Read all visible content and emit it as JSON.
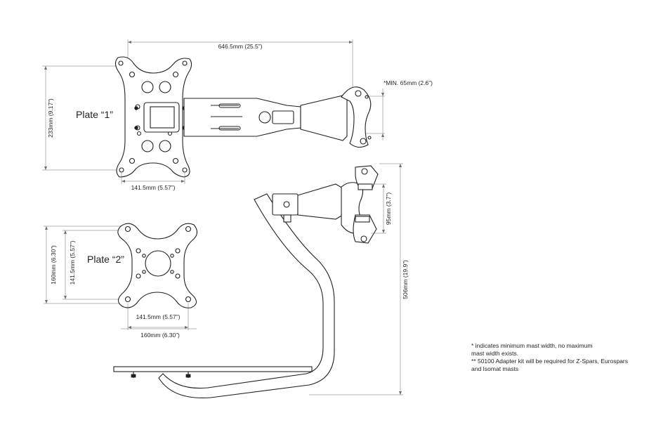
{
  "plate1": {
    "label": "Plate “1”",
    "dim_width_total": "646.5mm (25.5”)",
    "dim_height": "233mm (9.17”)",
    "dim_hole_spacing": "141.5mm (5.57”)",
    "dim_min_mast": "*MIN. 65mm (2.6”)"
  },
  "plate2": {
    "label": "Plate “2”",
    "dim_height_outer": "160mm (6.30”)",
    "dim_height_inner": "141.5mm (5.57”)",
    "dim_width_inner": "141.5mm (5.57”)",
    "dim_width_outer": "160mm (6.30”)"
  },
  "side_view": {
    "dim_clamp": "95mm (3.7”)",
    "dim_height": "506mm (19.9”)"
  },
  "notes": [
    "* indicates minimum mast width, no maximum",
    "mast width exists.",
    "** 50100 Adapter kit will be required for Z-Spars, Eurospars",
    "and Isomat masts"
  ]
}
